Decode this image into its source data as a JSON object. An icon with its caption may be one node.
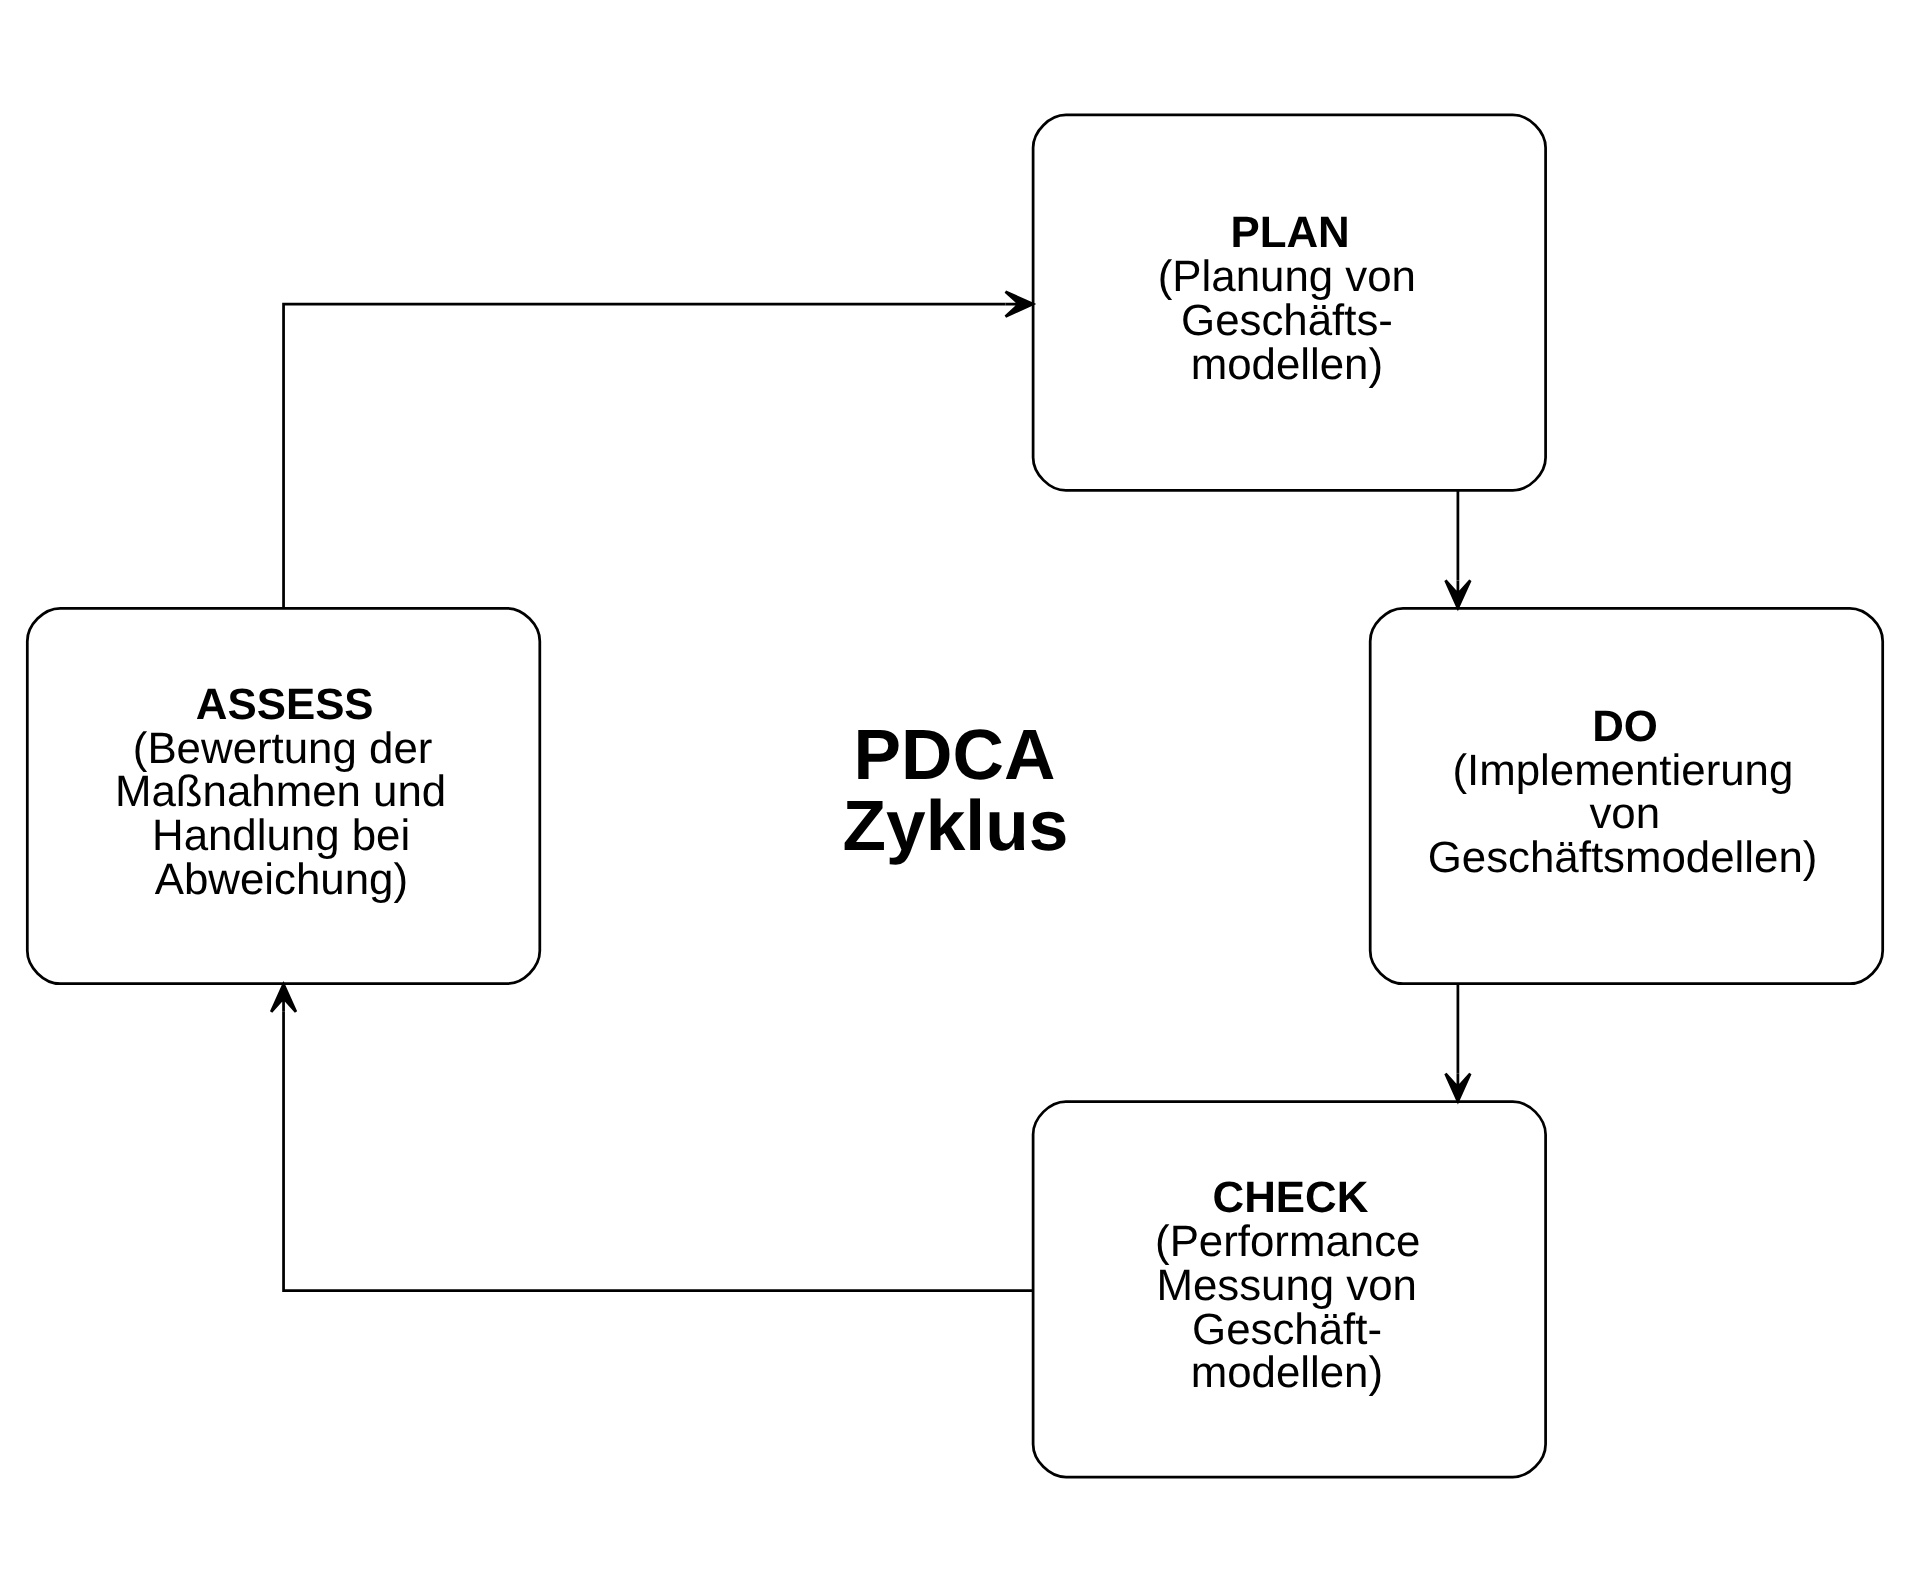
{
  "diagram": {
    "nodes": [
      {
        "text": [
          "PLAN",
          "(Planung von Geschäfts- modellen)"
        ]
      },
      {
        "text": [
          "DO",
          "(Implementierung von Geschäftsmodellen)"
        ]
      },
      {
        "text": [
          "CHECK",
          "(Performance Messung von Geschäft- modellen)"
        ]
      },
      {
        "text": [
          "ASSESS",
          "(Bewertung der Maßnahmen und Handlung bei Abweichung)"
        ]
      }
    ],
    "edges": [
      {
        "from": 0,
        "to": 1,
        "arrow": "to"
      },
      {
        "from": 1,
        "to": 2,
        "arrow": "to"
      },
      {
        "from": 2,
        "to": 3,
        "arrow": "to"
      },
      {
        "from": 3,
        "to": 0,
        "arrow": "to"
      }
    ],
    "labels": [
      "PDCA Zyklus"
    ]
  }
}
